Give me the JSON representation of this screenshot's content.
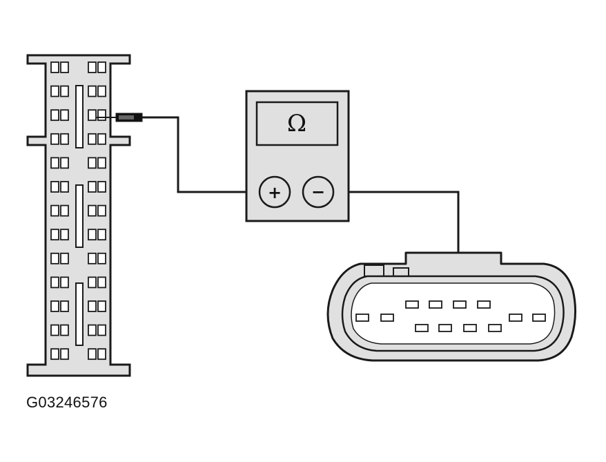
{
  "figure_id": "G03246576",
  "meter": {
    "display_symbol": "Ω",
    "positive_terminal": "+",
    "negative_terminal": "−"
  },
  "left_connector": {
    "pin_rows": 13,
    "pin_columns": 4
  },
  "right_connector": {
    "upper_pin_count": 4,
    "lower_pin_count": 8
  },
  "colors": {
    "line": "#1a1a1a",
    "fill": "#e0e0e0",
    "background": "#ffffff"
  }
}
